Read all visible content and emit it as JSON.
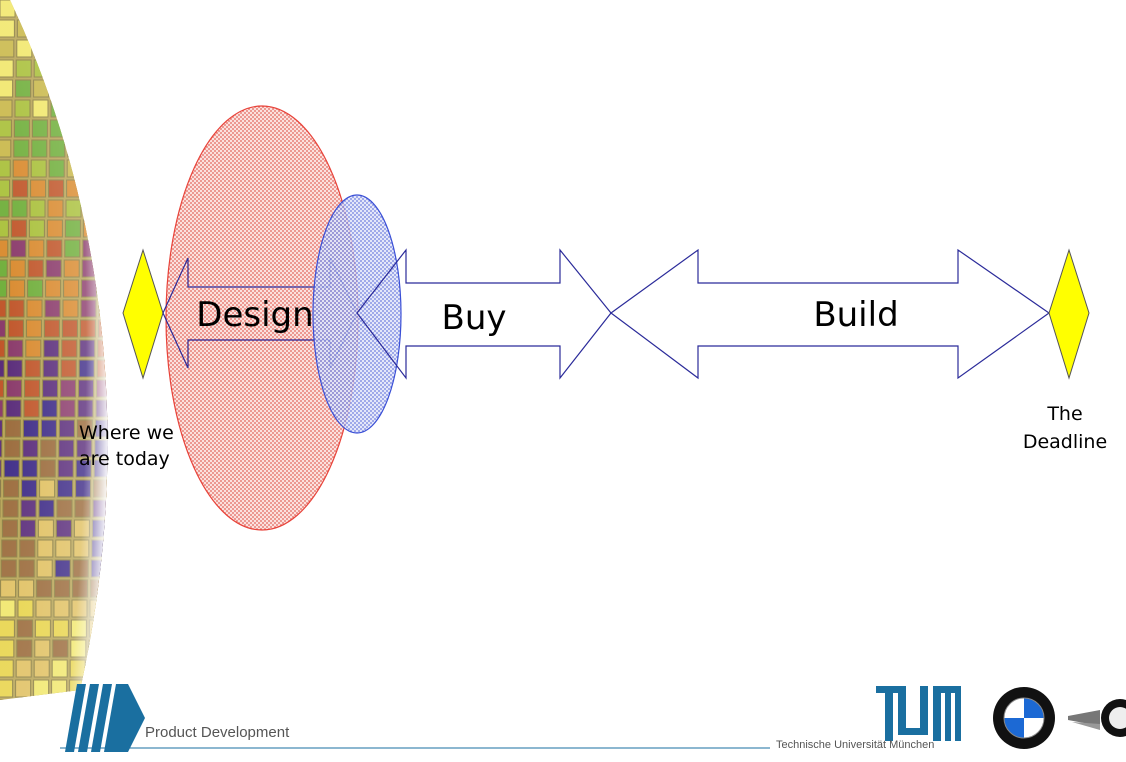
{
  "diagram": {
    "phases": [
      {
        "id": "design",
        "label": "Design"
      },
      {
        "id": "buy",
        "label": "Buy"
      },
      {
        "id": "build",
        "label": "Build"
      }
    ],
    "start_milestone": {
      "label_lines": [
        "Where we",
        "are today"
      ]
    },
    "end_milestone": {
      "label_lines": [
        "The",
        "Deadline"
      ]
    }
  },
  "footer": {
    "brand": "Product Development",
    "university": "Technische Universität München"
  },
  "colors": {
    "milestone_fill": "#ffff00",
    "arrow_stroke": "#2b2b9a",
    "design_circle_stroke": "#e8433a",
    "design_circle_fill": "#f7c2bd",
    "buy_circle_stroke": "#3a4fd6",
    "buy_circle_fill": "#c5cdf2",
    "footer_rule": "#1a6fa0"
  },
  "icons": [
    "tum-logo-icon",
    "bmw-logo-icon",
    "mini-logo-icon",
    "product-development-logo-icon"
  ]
}
